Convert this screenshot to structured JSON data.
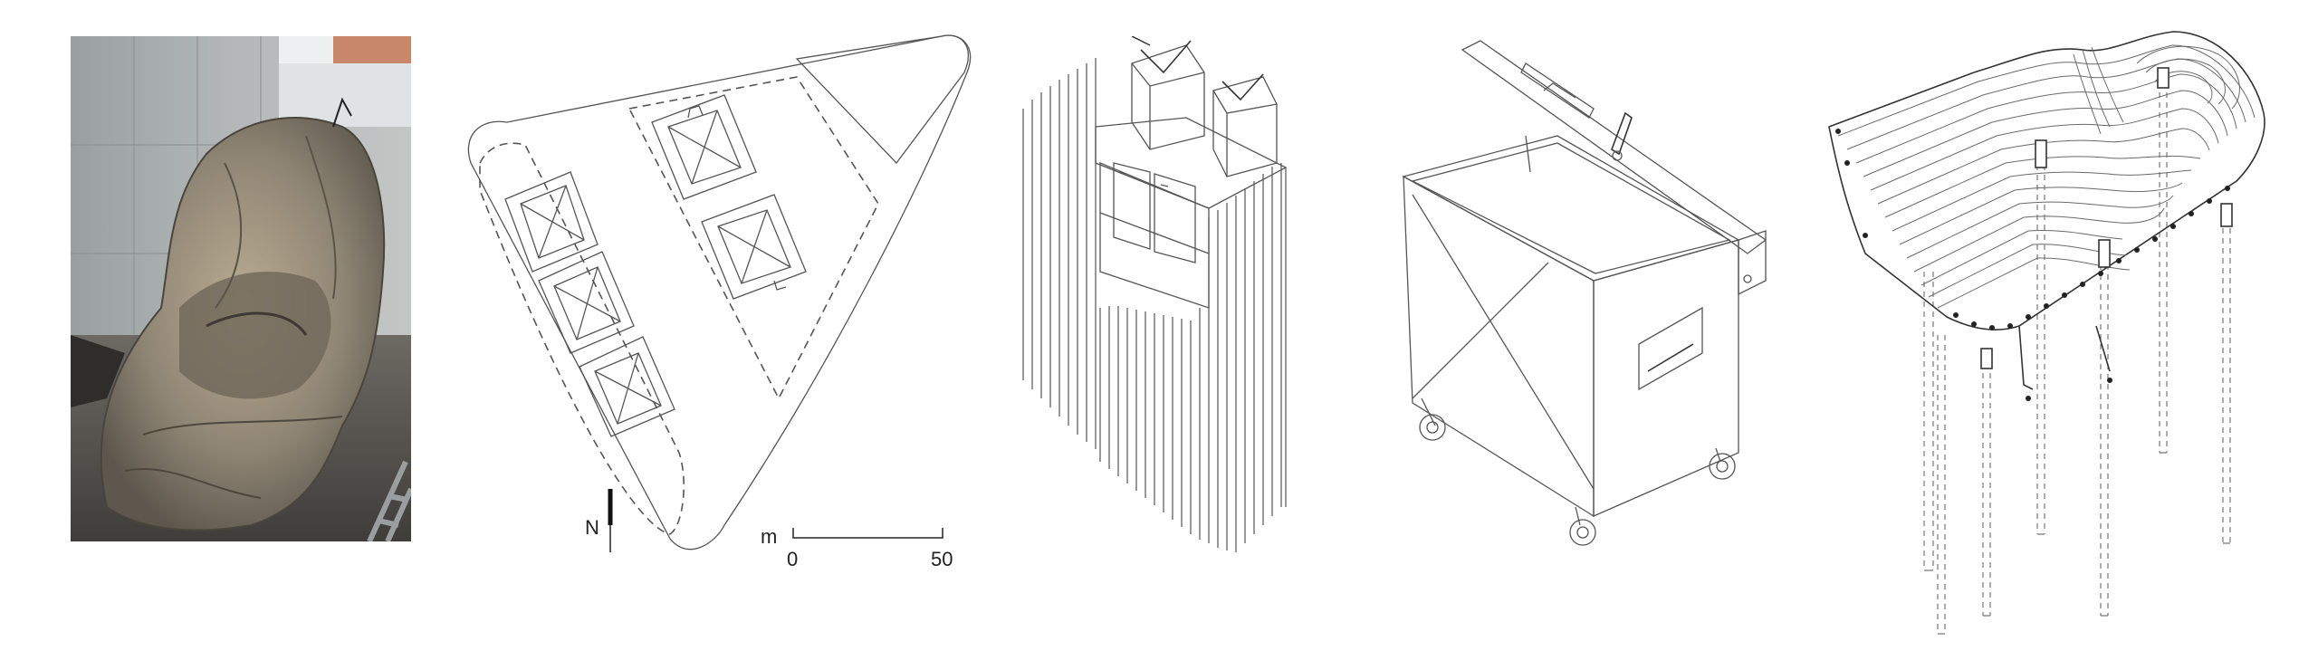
{
  "site_plan": {
    "north_label": "N",
    "scale_unit": "m",
    "scale_start": "0",
    "scale_end": "50"
  }
}
